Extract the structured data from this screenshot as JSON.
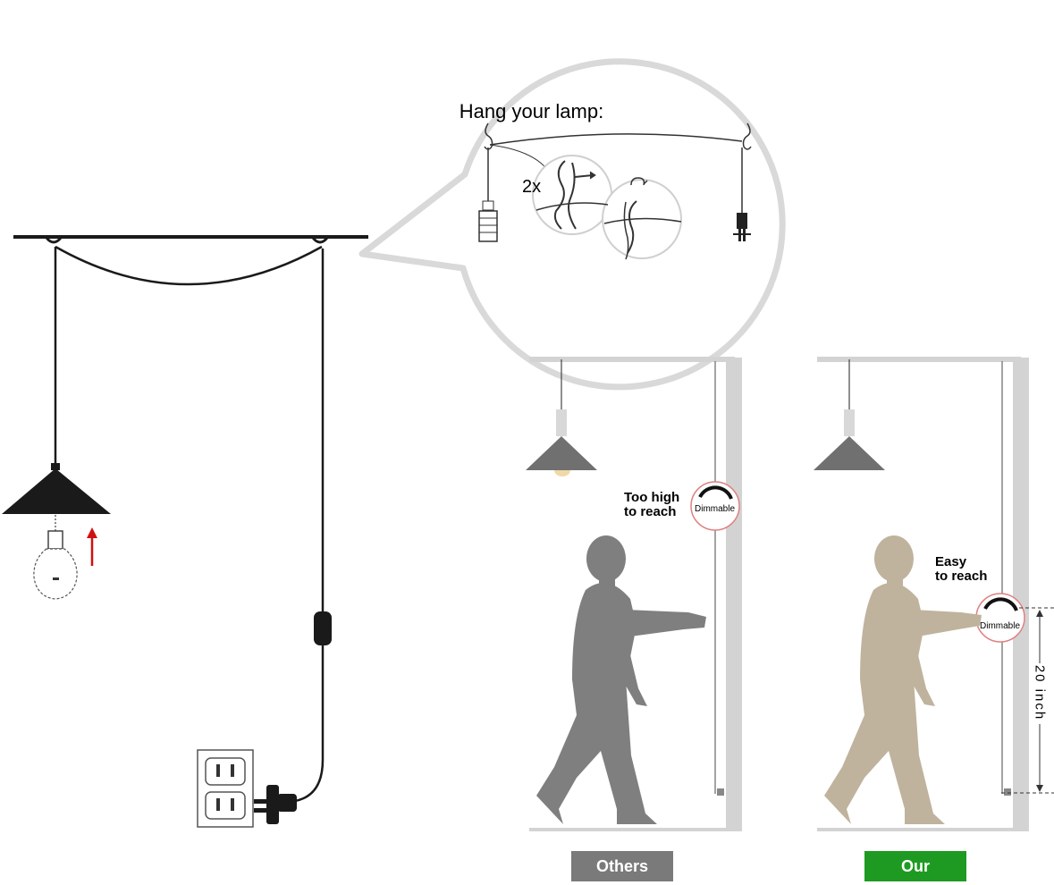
{
  "callout": {
    "title": "Hang your lamp:",
    "multiplier": "2x"
  },
  "others": {
    "note_line1": "Too high",
    "note_line2": "to reach",
    "switch_label": "Dimmable",
    "badge": "Others",
    "badge_color": "#7a7a7a",
    "person_color": "#7f7f7f"
  },
  "ours": {
    "note_line1": "Easy",
    "note_line2": "to reach",
    "switch_label": "Dimmable",
    "badge": "Our",
    "badge_color": "#1e9a22",
    "person_color": "#bfb39d",
    "measurement": "20 inch"
  },
  "icons": [
    "ceiling-hook-icon",
    "lamp-shade-icon",
    "light-bulb-icon",
    "up-arrow-icon",
    "inline-switch-icon",
    "wall-outlet-icon",
    "plug-icon",
    "socket-icon",
    "dimmer-switch-icon"
  ]
}
